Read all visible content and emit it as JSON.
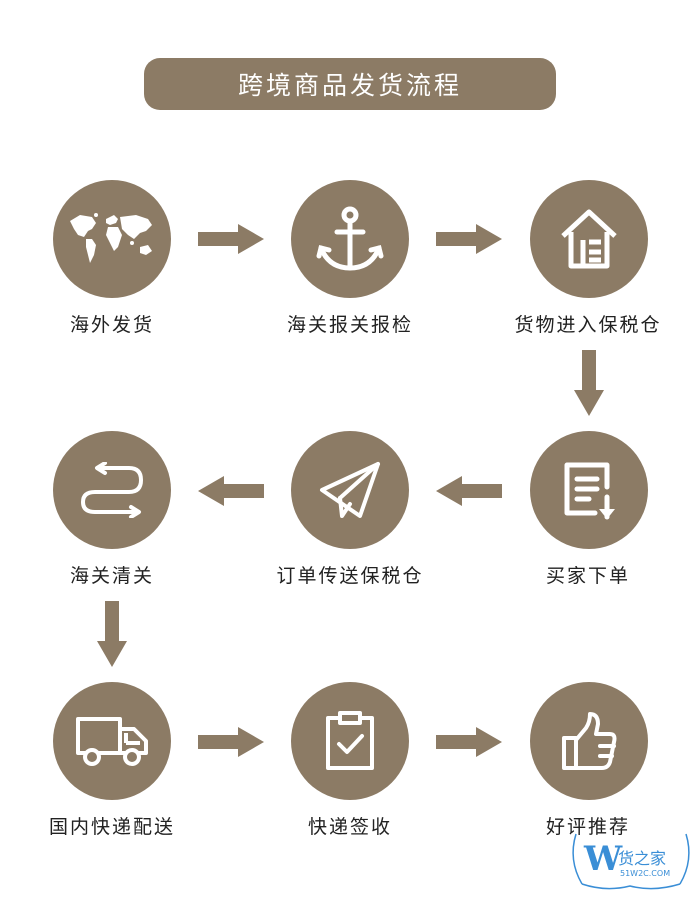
{
  "title": "跨境商品发货流程",
  "steps": [
    {
      "label": "海外发货",
      "icon": "world-map-icon"
    },
    {
      "label": "海关报关报检",
      "icon": "anchor-icon"
    },
    {
      "label": "货物进入保税仓",
      "icon": "warehouse-icon"
    },
    {
      "label": "买家下单",
      "icon": "order-form-icon"
    },
    {
      "label": "订单传送保税仓",
      "icon": "paper-plane-icon"
    },
    {
      "label": "海关清关",
      "icon": "exchange-arrows-icon"
    },
    {
      "label": "国内快递配送",
      "icon": "delivery-truck-icon"
    },
    {
      "label": "快递签收",
      "icon": "clipboard-check-icon"
    },
    {
      "label": "好评推荐",
      "icon": "thumbs-up-icon"
    }
  ],
  "colors": {
    "accent": "#8c7b65",
    "text": "#222222",
    "watermark": "#3a8ed6"
  },
  "watermark": {
    "mark": "W",
    "text": "货之家",
    "sub": "51W2C.COM"
  }
}
